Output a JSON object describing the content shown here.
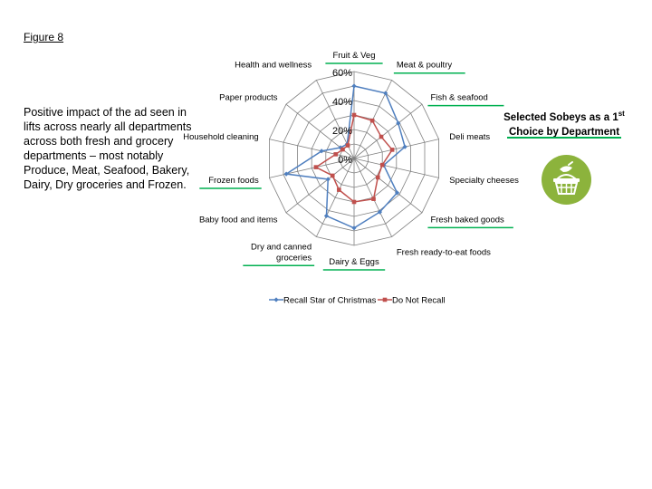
{
  "figure_label": "Figure 8",
  "description": "Positive impact of the ad seen in lifts across nearly all departments across both fresh and grocery departments – most notably Produce, Meat, Seafood, Bakery, Dairy, Dry groceries and Frozen.",
  "side_title": {
    "line1": "Selected Sobeys as a 1",
    "sup": "st",
    "line2": "Choice by Department"
  },
  "badge_icon": "basket-with-produce-icon",
  "colors": {
    "recall": "#4f7fbf",
    "no_recall": "#c0504d",
    "grid": "#808080",
    "underline": "#00b050",
    "badge": "#8cb33c"
  },
  "chart_data": {
    "type": "radar",
    "categories": [
      "Fruit & Veg",
      "Meat & poultry",
      "Fish  & seafood",
      "Deli meats",
      "Specialty cheeses",
      "Fresh baked goods",
      "Fresh ready-to-eat foods",
      "Dairy & Eggs",
      "Dry and canned groceries",
      "Baby food and items",
      "Frozen foods",
      "Household cleaning",
      "Paper products",
      "Health and wellness"
    ],
    "highlighted": [
      true,
      true,
      true,
      false,
      false,
      true,
      false,
      true,
      true,
      false,
      true,
      false,
      false,
      false
    ],
    "series": [
      {
        "name": "Recall Star of Christmas",
        "values": [
          50,
          50,
          39,
          36,
          21,
          38,
          41,
          48,
          44,
          23,
          48,
          23,
          12,
          11
        ]
      },
      {
        "name": "Do Not Recall",
        "values": [
          30,
          29,
          24,
          27,
          20,
          21,
          31,
          30,
          24,
          19,
          27,
          13,
          10,
          10
        ]
      }
    ],
    "rlim": [
      0,
      60
    ],
    "ticks": [
      "0%",
      "20%",
      "40%",
      "60%"
    ],
    "tick_values": [
      0,
      20,
      40,
      60
    ],
    "grid_levels": [
      10,
      20,
      30,
      40,
      50,
      60
    ],
    "legend_position": "bottom"
  }
}
